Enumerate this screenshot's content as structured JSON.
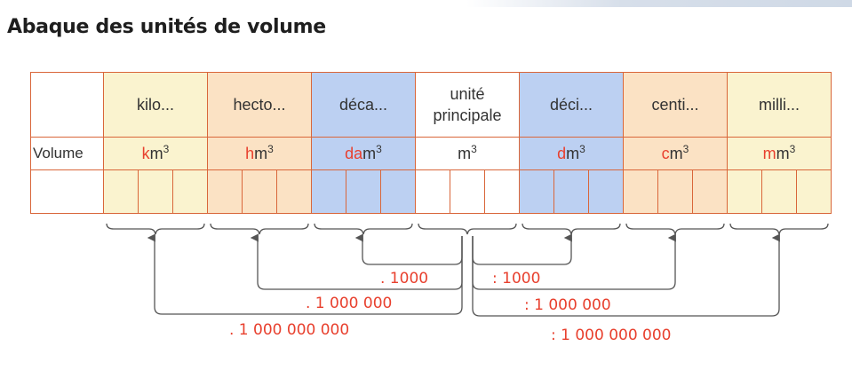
{
  "title": "Abaque des unités de volume",
  "table": {
    "row_label": "Volume",
    "columns": [
      {
        "prefix": "kilo...",
        "sym_red": "k",
        "sym_base": "m",
        "exp": "3",
        "color": "#faf3cf"
      },
      {
        "prefix": "hecto...",
        "sym_red": "h",
        "sym_base": "m",
        "exp": "3",
        "color": "#fbe2c4"
      },
      {
        "prefix": "déca...",
        "sym_red": "da",
        "sym_base": "m",
        "exp": "3",
        "color": "#bcd0f2"
      },
      {
        "prefix_line1": "unité",
        "prefix_line2": "principale",
        "sym_red": "",
        "sym_base": "m",
        "exp": "3",
        "color": "#ffffff"
      },
      {
        "prefix": "déci...",
        "sym_red": "d",
        "sym_base": "m",
        "exp": "3",
        "color": "#bcd0f2"
      },
      {
        "prefix": "centi...",
        "sym_red": "c",
        "sym_base": "m",
        "exp": "3",
        "color": "#fbe2c4"
      },
      {
        "prefix": "milli...",
        "sym_red": "m",
        "sym_base": "m",
        "exp": "3",
        "color": "#faf3cf"
      }
    ]
  },
  "conversions": {
    "mul_1000": ". 1000",
    "mul_1000000": ". 1 000 000",
    "mul_1000000000": ". 1 000 000 000",
    "div_1000": ": 1000",
    "div_1000000": ": 1 000 000",
    "div_1000000000": ": 1 000 000 000"
  },
  "colors": {
    "border": "#d9663a",
    "accent_red": "#e8402e",
    "arrow": "#555555"
  }
}
